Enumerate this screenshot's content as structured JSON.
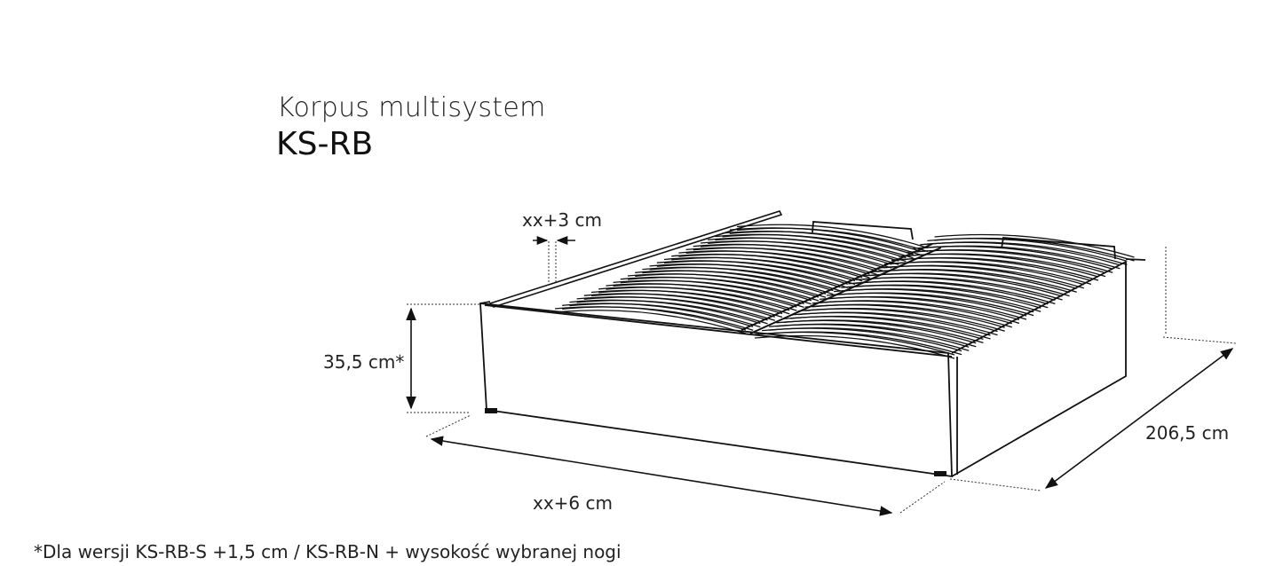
{
  "header": {
    "subtitle": "Korpus multisystem",
    "title": "KS-RB"
  },
  "dimensions": {
    "frame_offset": "xx+3 cm",
    "height": "35,5 cm*",
    "depth": "206,5 cm",
    "width": "xx+6 cm"
  },
  "footnote": "*Dla wersji KS-RB-S +1,5 cm / KS-RB-N + wysokość wybranej nogi"
}
